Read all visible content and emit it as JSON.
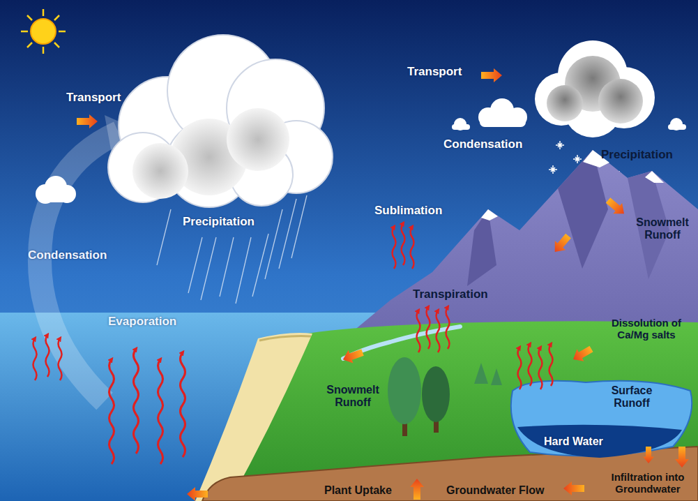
{
  "diagram": {
    "labels": [
      "Transport",
      "Precipitation",
      "Condensation",
      "Evaporation",
      "Transport",
      "Condensation",
      "Precipitation",
      "Snowmelt Runoff",
      "Sublimation",
      "Transpiration",
      "Dissolution of Ca/Mg salts",
      "Snowmelt Runoff",
      "Surface Runoff",
      "Hard Water",
      "Plant Uptake",
      "Groundwater Flow",
      "Infiltration into Groundwater"
    ]
  }
}
